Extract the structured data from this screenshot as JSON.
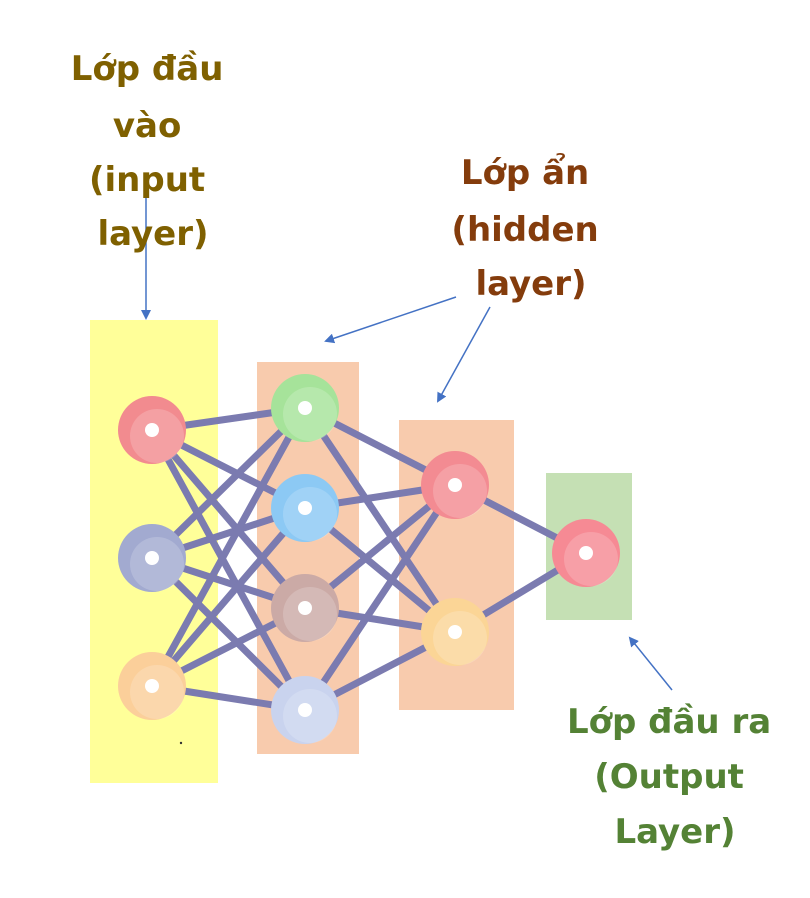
{
  "labels": {
    "input": [
      "Lớp đầu",
      "vào",
      "(input",
      "layer)"
    ],
    "hidden": [
      "Lớp ẩn",
      "(hidden",
      "layer)"
    ],
    "output": [
      "Lớp đầu ra",
      "(Output",
      "Layer)"
    ]
  },
  "colors": {
    "input_label": "#7f6000",
    "hidden_label": "#843c0c",
    "output_label": "#548235",
    "input_panel": "#ffff99",
    "hidden_panel": "#f8cbad",
    "output_panel": "#c5e0b4",
    "connection": "#7b7bb0",
    "arrow": "#4472c4"
  },
  "layers": [
    {
      "name": "input",
      "nodes": [
        {
          "color": "#f28b8f",
          "icon": "node-red"
        },
        {
          "color": "#a2aad0",
          "icon": "node-lavender"
        },
        {
          "color": "#fbcf9a",
          "icon": "node-peach"
        }
      ]
    },
    {
      "name": "hidden-1",
      "nodes": [
        {
          "color": "#a6e39a",
          "icon": "node-green"
        },
        {
          "color": "#8cc9f4",
          "icon": "node-blue"
        },
        {
          "color": "#cbaaa6",
          "icon": "node-mauve"
        },
        {
          "color": "#c9d3ee",
          "icon": "node-light-blue"
        }
      ]
    },
    {
      "name": "hidden-2",
      "nodes": [
        {
          "color": "#f38b92",
          "icon": "node-red"
        },
        {
          "color": "#fbd596",
          "icon": "node-orange"
        }
      ]
    },
    {
      "name": "output",
      "nodes": [
        {
          "color": "#f68a94",
          "icon": "node-red"
        }
      ]
    }
  ]
}
